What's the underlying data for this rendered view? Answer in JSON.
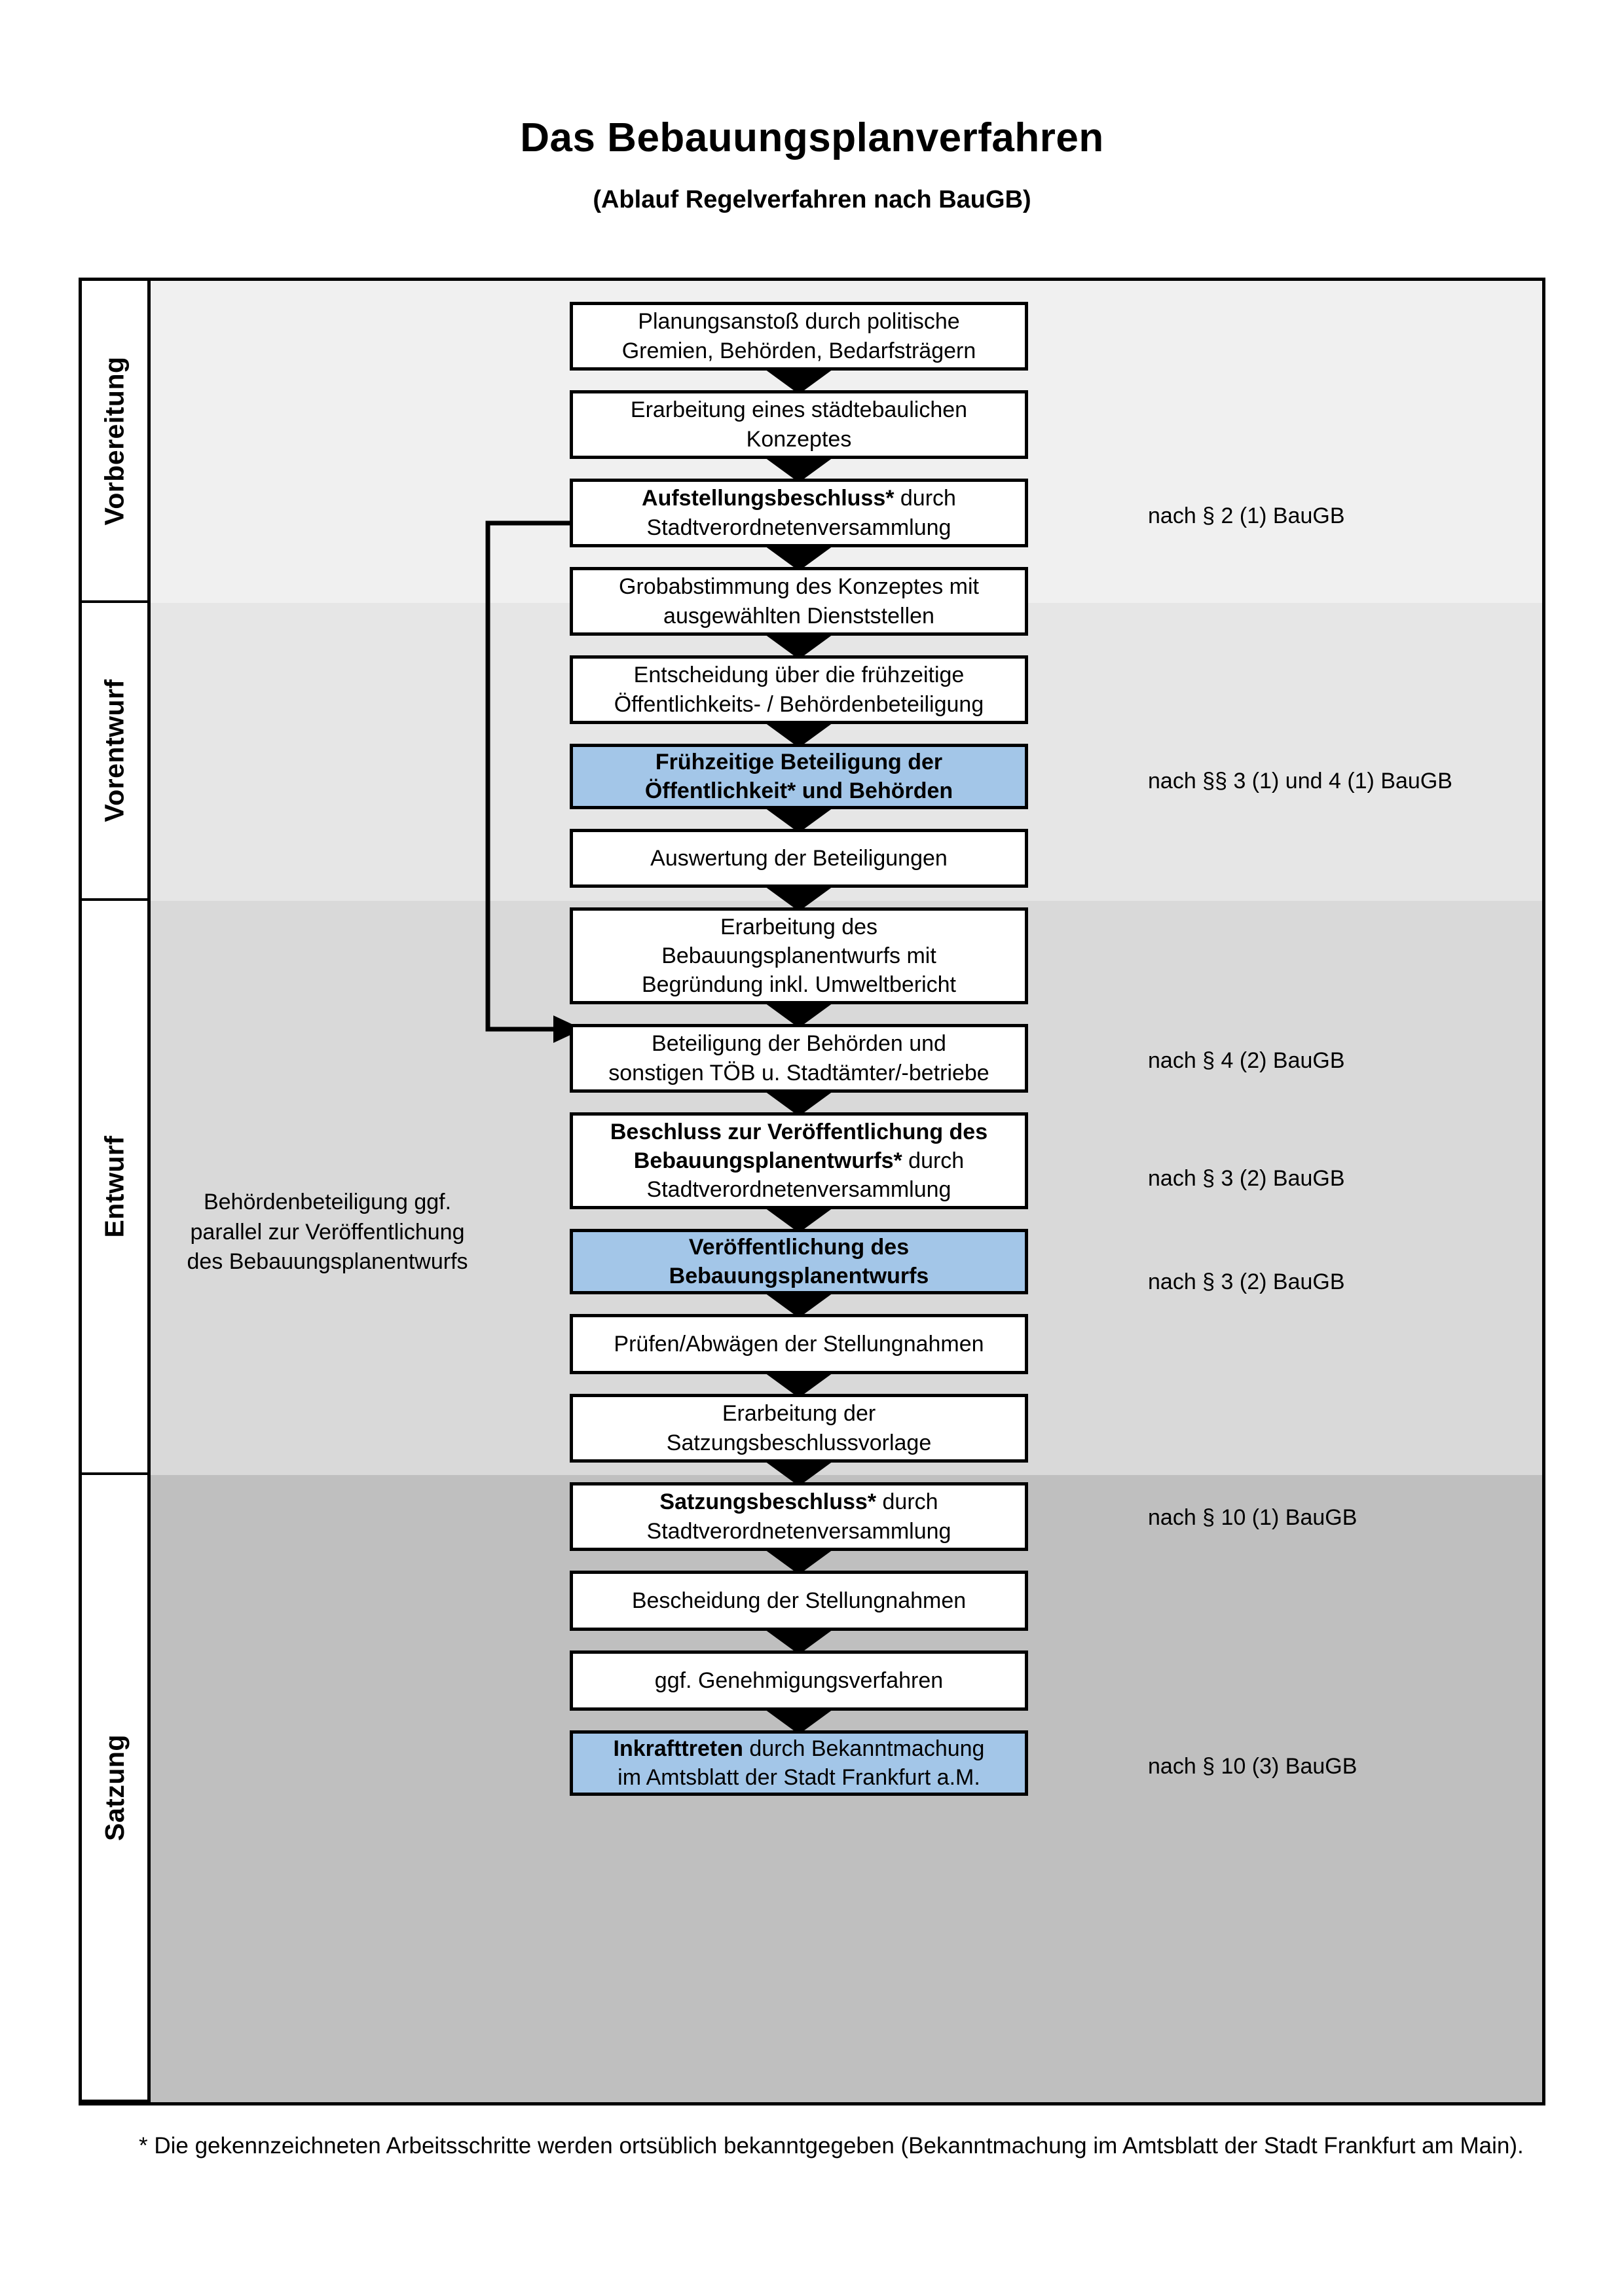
{
  "title": {
    "main": "Das Bebauungsplanverfahren",
    "sub": "(Ablauf Regelverfahren nach BauGB)"
  },
  "colors": {
    "highlight_blue": "#a3c6e8",
    "band_1": "#f0f0f0",
    "band_2": "#e6e6e6",
    "band_3": "#d9d9d9",
    "band_4": "#bfbfbf",
    "outline": "#000000",
    "page": "#ffffff"
  },
  "phases": [
    {
      "label": "Vorbereitung"
    },
    {
      "label": "Vorentwurf"
    },
    {
      "label": "Entwurf"
    },
    {
      "label": "Satzung"
    }
  ],
  "side_note": "Behördenbeteiligung ggf. parallel zur Veröffentlichung des Bebauungsplanentwurfs",
  "nodes": [
    {
      "id": "n1",
      "lines": [
        {
          "text": "Planungsanstoß durch politische",
          "bold": false
        },
        {
          "text": "Gremien, Behörden, Bedarfsträgern",
          "bold": false
        }
      ],
      "blue": false
    },
    {
      "id": "n2",
      "lines": [
        {
          "text": "Erarbeitung eines städtebaulichen",
          "bold": false
        },
        {
          "text": "Konzeptes",
          "bold": false
        }
      ],
      "blue": false
    },
    {
      "id": "n3",
      "lines": [
        {
          "text": "Aufstellungsbeschluss*",
          "bold": true
        },
        {
          "text": " durch",
          "bold": false
        },
        {
          "text": "BREAK",
          "bold": false
        },
        {
          "text": "Stadtverordnetenversammlung",
          "bold": false
        }
      ],
      "blue": false
    },
    {
      "id": "n4",
      "lines": [
        {
          "text": "Grobabstimmung des Konzeptes mit",
          "bold": false
        },
        {
          "text": "ausgewählten Dienststellen",
          "bold": false
        }
      ],
      "blue": false
    },
    {
      "id": "n5",
      "lines": [
        {
          "text": "Entscheidung über die frühzeitige",
          "bold": false
        },
        {
          "text": "Öffentlichkeits- / Behördenbeteiligung",
          "bold": false
        }
      ],
      "blue": false
    },
    {
      "id": "n6",
      "lines": [
        {
          "text": "Frühzeitige Beteiligung der",
          "bold": true
        },
        {
          "text": "Öffentlichkeit* und Behörden",
          "bold": true
        }
      ],
      "blue": true
    },
    {
      "id": "n7",
      "lines": [
        {
          "text": "Auswertung der Beteiligungen",
          "bold": false
        }
      ],
      "blue": false
    },
    {
      "id": "n8",
      "lines": [
        {
          "text": "Erarbeitung des",
          "bold": false
        },
        {
          "text": "Bebauungsplanentwurfs mit",
          "bold": false
        },
        {
          "text": "Begründung inkl. Umweltbericht",
          "bold": false
        }
      ],
      "blue": false
    },
    {
      "id": "n9",
      "lines": [
        {
          "text": "Beteiligung der Behörden und",
          "bold": false
        },
        {
          "text": "sonstigen TÖB u. Stadtämter/-betriebe",
          "bold": false
        }
      ],
      "blue": false
    },
    {
      "id": "n10",
      "lines": [
        {
          "text": "Beschluss zur Veröffentlichung des",
          "bold": true
        },
        {
          "text": "Bebauungsplanentwurfs*",
          "bold": true
        },
        {
          "text": " durch",
          "bold": false
        },
        {
          "text": "BREAK",
          "bold": false
        },
        {
          "text": "Stadtverordnetenversammlung",
          "bold": false
        }
      ],
      "blue": false
    },
    {
      "id": "n11",
      "lines": [
        {
          "text": "Veröffentlichung des",
          "bold": true
        },
        {
          "text": "Bebauungsplanentwurfs",
          "bold": true
        }
      ],
      "blue": true
    },
    {
      "id": "n12",
      "lines": [
        {
          "text": "Prüfen/Abwägen der Stellungnahmen",
          "bold": false
        }
      ],
      "blue": false
    },
    {
      "id": "n13",
      "lines": [
        {
          "text": "Erarbeitung der",
          "bold": false
        },
        {
          "text": "Satzungsbeschlussvorlage",
          "bold": false
        }
      ],
      "blue": false
    },
    {
      "id": "n14",
      "lines": [
        {
          "text": "Satzungsbeschluss*",
          "bold": true
        },
        {
          "text": " durch",
          "bold": false
        },
        {
          "text": "BREAK",
          "bold": false
        },
        {
          "text": "Stadtverordnetenversammlung",
          "bold": false
        }
      ],
      "blue": false
    },
    {
      "id": "n15",
      "lines": [
        {
          "text": "Bescheidung der Stellungnahmen",
          "bold": false
        }
      ],
      "blue": false
    },
    {
      "id": "n16",
      "lines": [
        {
          "text": "ggf. Genehmigungsverfahren",
          "bold": false
        }
      ],
      "blue": false
    },
    {
      "id": "n17",
      "lines": [
        {
          "text": "Inkrafttreten",
          "bold": true
        },
        {
          "text": " durch Bekanntmachung",
          "bold": false
        },
        {
          "text": "BREAK",
          "bold": false
        },
        {
          "text": "im Amtsblatt der Stadt Frankfurt a.M.",
          "bold": false
        }
      ],
      "blue": true
    }
  ],
  "node_text": {
    "n1_l1": "Planungsanstoß durch politische",
    "n1_l2": "Gremien, Behörden, Bedarfsträgern",
    "n2_l1": "Erarbeitung eines städtebaulichen",
    "n2_l2": "Konzeptes",
    "n3_bold": "Aufstellungsbeschluss*",
    "n3_rest": " durch",
    "n3_l2": "Stadtverordnetenversammlung",
    "n4_l1": "Grobabstimmung des Konzeptes mit",
    "n4_l2": "ausgewählten Dienststellen",
    "n5_l1": "Entscheidung über die frühzeitige",
    "n5_l2": "Öffentlichkeits- / Behördenbeteiligung",
    "n6_l1": "Frühzeitige Beteiligung der",
    "n6_l2": "Öffentlichkeit* und Behörden",
    "n7_l1": "Auswertung der Beteiligungen",
    "n8_l1": "Erarbeitung des",
    "n8_l2": "Bebauungsplanentwurfs mit",
    "n8_l3": "Begründung inkl. Umweltbericht",
    "n9_l1": "Beteiligung der Behörden und",
    "n9_l2": "sonstigen TÖB u. Stadtämter/-betriebe",
    "n10_b1": "Beschluss zur Veröffentlichung des",
    "n10_b2": "Bebauungsplanentwurfs*",
    "n10_rest": " durch",
    "n10_l3": "Stadtverordnetenversammlung",
    "n11_l1": "Veröffentlichung des",
    "n11_l2": "Bebauungsplanentwurfs",
    "n12_l1": "Prüfen/Abwägen der Stellungnahmen",
    "n13_l1": "Erarbeitung der",
    "n13_l2": "Satzungsbeschlussvorlage",
    "n14_bold": "Satzungsbeschluss*",
    "n14_rest": " durch",
    "n14_l2": "Stadtverordnetenversammlung",
    "n15_l1": "Bescheidung der Stellungnahmen",
    "n16_l1": "ggf. Genehmigungsverfahren",
    "n17_bold": "Inkrafttreten",
    "n17_rest": " durch Bekanntmachung",
    "n17_l2": "im Amtsblatt der Stadt Frankfurt a.M."
  },
  "references": [
    {
      "id": "r1",
      "text": "nach § 2 (1) BauGB"
    },
    {
      "id": "r2",
      "text": "nach §§ 3 (1) und 4 (1) BauGB"
    },
    {
      "id": "r3",
      "text": "nach § 4 (2) BauGB"
    },
    {
      "id": "r4",
      "text": "nach § 3 (2) BauGB"
    },
    {
      "id": "r5",
      "text": "nach § 3 (2) BauGB"
    },
    {
      "id": "r6",
      "text": "nach § 10 (1) BauGB"
    },
    {
      "id": "r7",
      "text": "nach § 10 (3) BauGB"
    }
  ],
  "footnote": "* Die gekennzeichneten Arbeitsschritte werden ortsüblich bekanntgegeben (Bekanntmachung im Amtsblatt  der Stadt Frankfurt am Main)."
}
